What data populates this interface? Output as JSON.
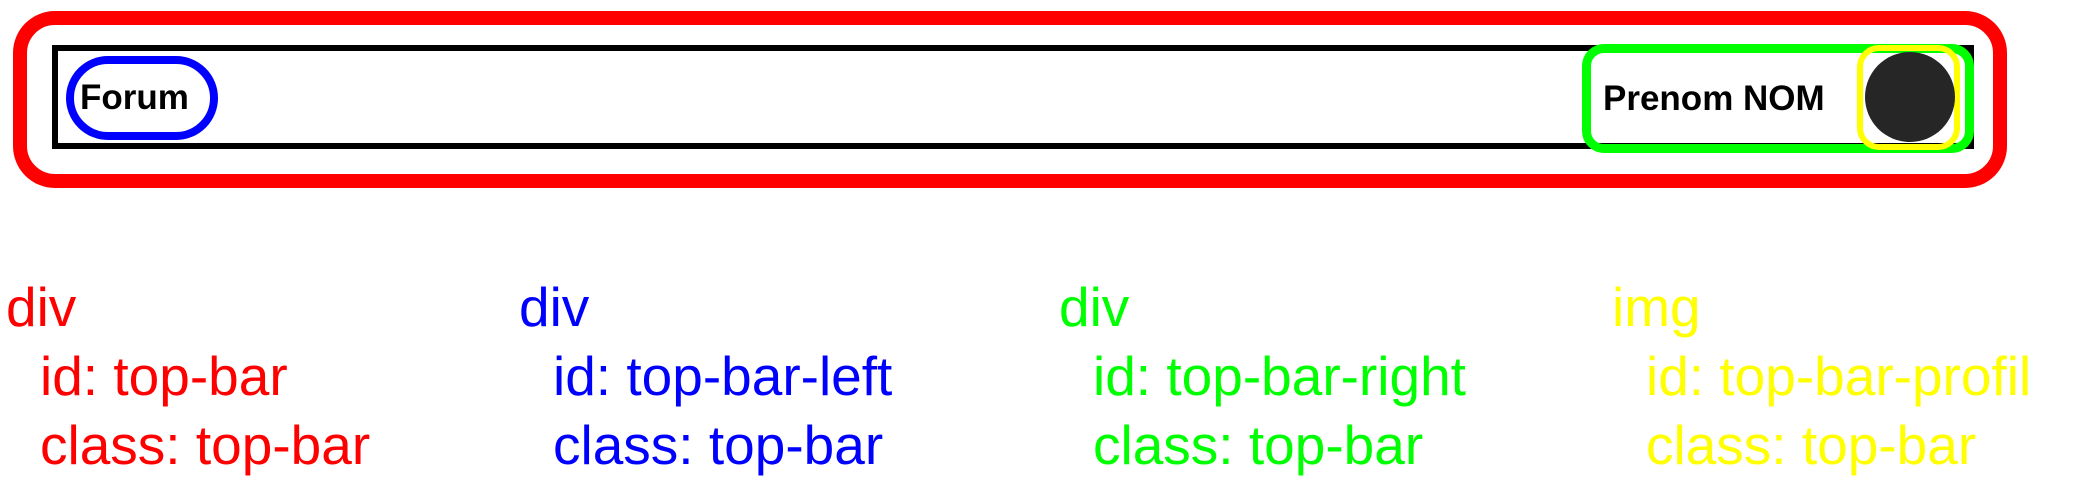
{
  "top_bar": {
    "left_label": "Forum",
    "user_name": "Prenom NOM"
  },
  "legend": [
    {
      "color": "#ff0000",
      "tag": "div",
      "id_line": "id: top-bar",
      "class_line": "class: top-bar"
    },
    {
      "color": "#0000ff",
      "tag": "div",
      "id_line": "id: top-bar-left",
      "class_line": "class: top-bar"
    },
    {
      "color": "#00ff00",
      "tag": "div",
      "id_line": "id: top-bar-right",
      "class_line": "class: top-bar"
    },
    {
      "color": "#ffff00",
      "tag": "img",
      "id_line": "id: top-bar-profil",
      "class_line": "class: top-bar"
    }
  ]
}
